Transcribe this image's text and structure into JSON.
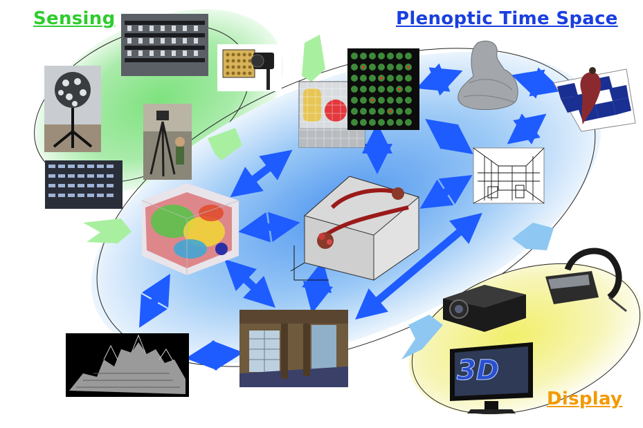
{
  "sections": {
    "sensing": {
      "title": "Sensing",
      "color": "#2ecc2e"
    },
    "plenoptic": {
      "title": "Plenoptic Time Space",
      "color": "#1a3fe0"
    },
    "display": {
      "title": "Display",
      "color": "#f29a00"
    }
  },
  "display_3d_label": "3D",
  "colors": {
    "arrow_blue": "#1e5cff",
    "flow_arrow_green": "#a8f0a0",
    "flow_arrow_blue": "#8ec8f2",
    "region_green": "#7ee27e",
    "region_blue": "#6fb2f5",
    "region_yellow": "#f5f078"
  },
  "icons": [
    "camera-array-rack-image",
    "lightfield-camera-image",
    "spherical-camera-rig-image",
    "field-capture-rig-image",
    "camera-wall-image",
    "lightfield-grid-image",
    "lightfield-mosaic-image",
    "3d-statue-mesh-image",
    "dancer-checkerboard-image",
    "wireframe-room-image",
    "volume-heatmap-image",
    "plenoptic-cube-image",
    "temple-point-cloud-image",
    "rendered-interior-image",
    "projector-image",
    "head-mounted-display-image",
    "3d-monitor-image"
  ]
}
